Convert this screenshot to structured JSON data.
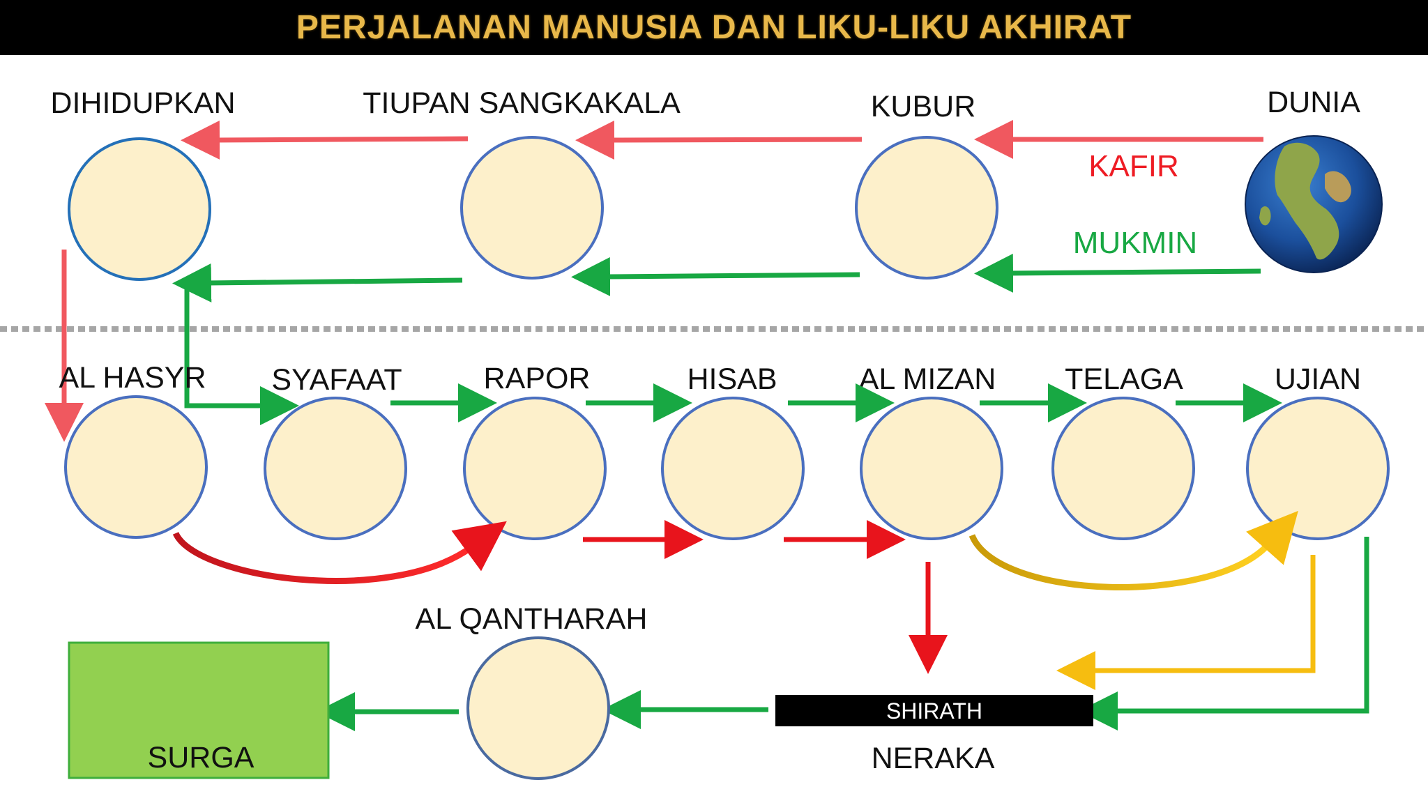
{
  "title": "PERJALANAN MANUSIA DAN LIKU-LIKU AKHIRAT",
  "stages": {
    "dihidupkan": "DIHIDUPKAN",
    "tiupan_sangkakala": "TIUPAN SANGKAKALA",
    "kubur": "KUBUR",
    "dunia": "DUNIA",
    "al_hasyr": "AL HASYR",
    "syafaat": "SYAFAAT",
    "rapor": "RAPOR",
    "hisab": "HISAB",
    "al_mizan": "AL MIZAN",
    "telaga": "TELAGA",
    "ujian": "UJIAN",
    "al_qantharah": "AL QANTHARAH",
    "surga": "SURGA",
    "shirath": "SHIRATH",
    "neraka": "NERAKA"
  },
  "paths": {
    "kafir": "KAFIR",
    "mukmin": "MUKMIN"
  },
  "colors": {
    "circle_fill": "#fdf0cb",
    "circle_stroke": "#4a6fbf",
    "kafir_arrow": "#f0585f",
    "mukmin_arrow": "#18a843",
    "red_arrow": "#e8141c",
    "gold_arrow": "#f6bd10",
    "surga_fill": "#92d050",
    "title_color": "#e8b84a"
  }
}
